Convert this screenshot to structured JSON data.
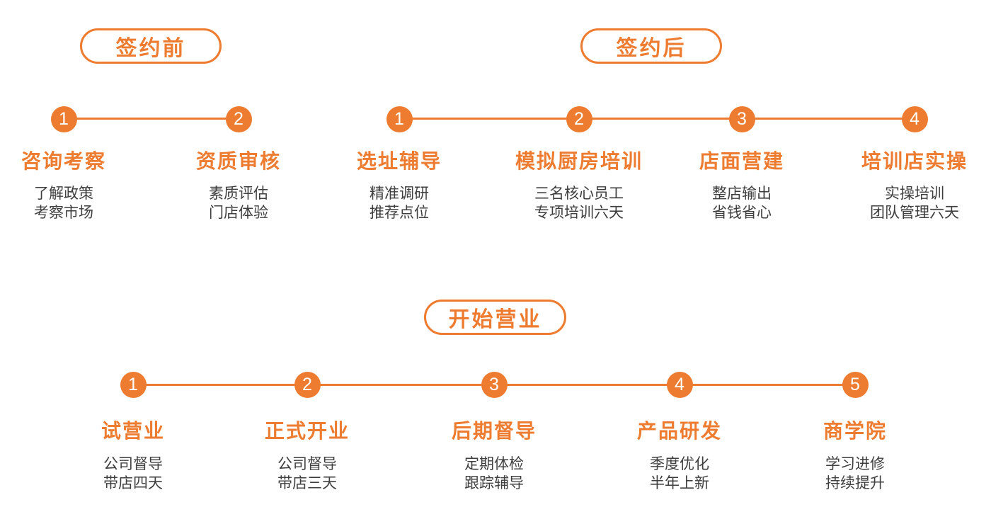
{
  "colors": {
    "accent": "#ED7C30",
    "body_text": "#3E3E3E",
    "background": "#FFFFFF"
  },
  "sections": [
    {
      "label": "签约前",
      "steps": [
        {
          "num": "1",
          "title": "咨询考察",
          "desc": [
            "了解政策",
            "考察市场"
          ]
        },
        {
          "num": "2",
          "title": "资质审核",
          "desc": [
            "素质评估",
            "门店体验"
          ]
        }
      ]
    },
    {
      "label": "签约后",
      "steps": [
        {
          "num": "1",
          "title": "选址辅导",
          "desc": [
            "精准调研",
            "推荐点位"
          ]
        },
        {
          "num": "2",
          "title": "模拟厨房培训",
          "desc": [
            "三名核心员工",
            "专项培训六天"
          ]
        },
        {
          "num": "3",
          "title": "店面营建",
          "desc": [
            "整店输出",
            "省钱省心"
          ]
        },
        {
          "num": "4",
          "title": "培训店实操",
          "desc": [
            "实操培训",
            "团队管理六天"
          ]
        }
      ]
    },
    {
      "label": "开始营业",
      "steps": [
        {
          "num": "1",
          "title": "试营业",
          "desc": [
            "公司督导",
            "带店四天"
          ]
        },
        {
          "num": "2",
          "title": "正式开业",
          "desc": [
            "公司督导",
            "带店三天"
          ]
        },
        {
          "num": "3",
          "title": "后期督导",
          "desc": [
            "定期体检",
            "跟踪辅导"
          ]
        },
        {
          "num": "4",
          "title": "产品研发",
          "desc": [
            "季度优化",
            "半年上新"
          ]
        },
        {
          "num": "5",
          "title": "商学院",
          "desc": [
            "学习进修",
            "持续提升"
          ]
        }
      ]
    }
  ]
}
